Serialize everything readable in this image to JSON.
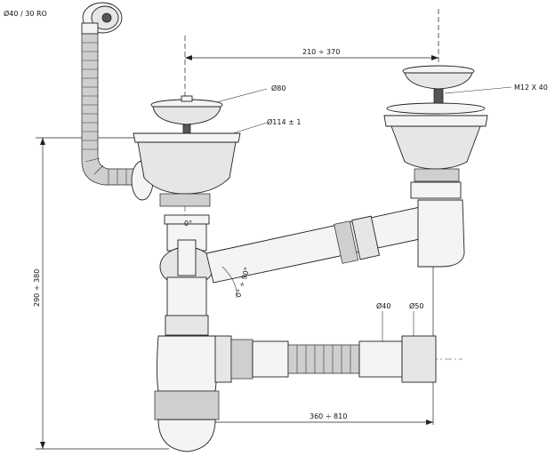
{
  "labels": {
    "overflow": "Ø40 / 30 RO",
    "strainer_left": "Ø80",
    "body_dia": "Ø114 ± 1",
    "spacing": "210 ÷ 370",
    "bolt": "M12 X 40",
    "angle_start": "0°",
    "angle_range": "0° ÷ 90°",
    "height": "290 ÷ 380",
    "outlet_small": "Ø40",
    "outlet_large": "Ø50",
    "length": "360 ÷ 810"
  }
}
